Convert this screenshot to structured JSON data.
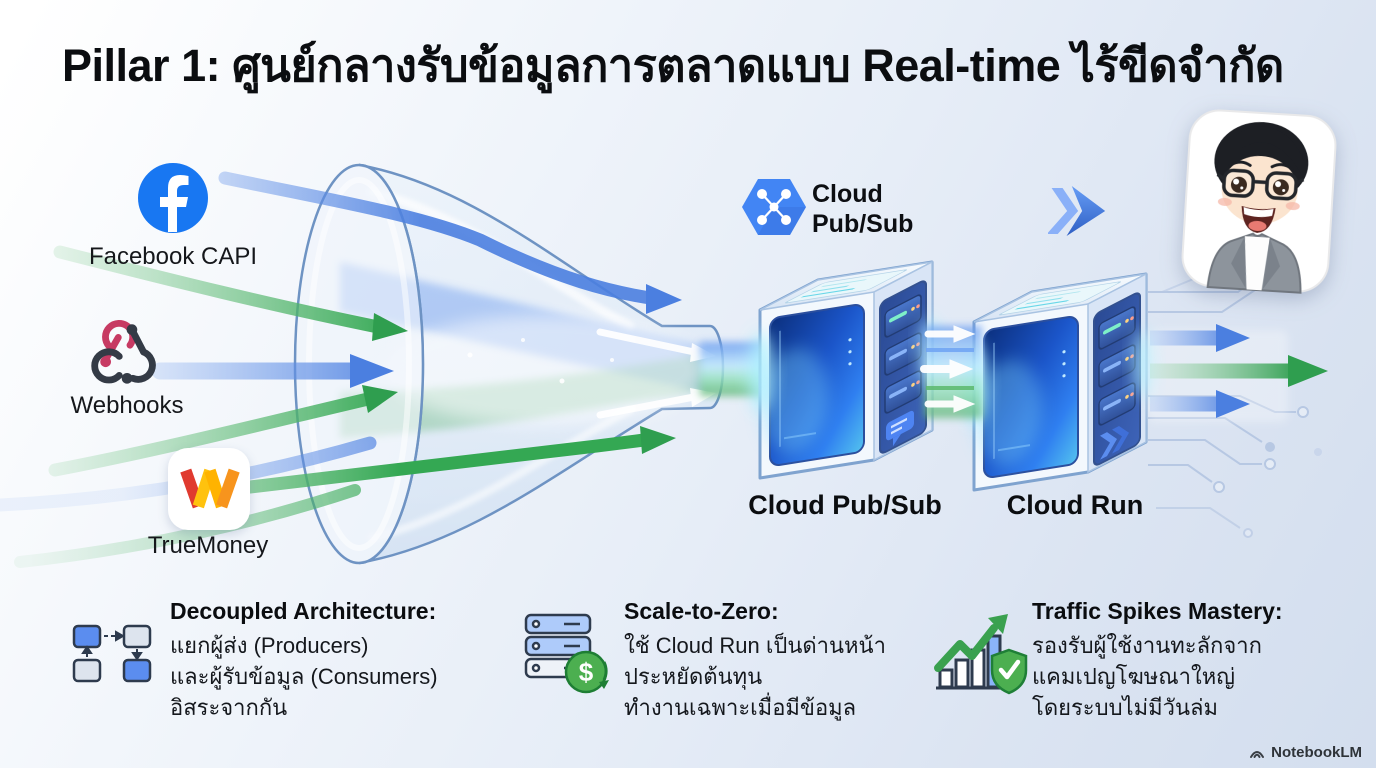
{
  "title": "Pillar 1: ศูนย์กลางรับข้อมูลการตลาดแบบ Real-time ไร้ขีดจำกัด",
  "sources": {
    "facebook": {
      "label": "Facebook CAPI",
      "icon": "facebook-icon"
    },
    "webhooks": {
      "label": "Webhooks",
      "icon": "webhooks-icon"
    },
    "truemoney": {
      "label": "TrueMoney",
      "icon": "truemoney-icon"
    }
  },
  "pipeline": {
    "pubsub_logo": {
      "line1": "Cloud",
      "line2": "Pub/Sub",
      "icon": "pubsub-hexagon-icon"
    },
    "stage1_label": "Cloud Pub/Sub",
    "stage2_label": "Cloud Run",
    "run_icon": "cloud-run-icon"
  },
  "features": {
    "decoupled": {
      "title": "Decoupled Architecture:",
      "line1": "แยกผู้ส่ง (Producers)",
      "line2": "และผู้รับข้อมูล (Consumers)",
      "line3": "อิสระจากกัน",
      "icon": "decoupled-blocks-icon"
    },
    "scale": {
      "title": "Scale-to-Zero:",
      "line1": "ใช้ Cloud Run เป็นด่านหน้า",
      "line2": "ประหยัดต้นทุน",
      "line3": "ทำงานเฉพาะเมื่อมีข้อมูล",
      "coin_symbol": "$",
      "icon": "server-cost-icon"
    },
    "traffic": {
      "title": "Traffic Spikes Mastery:",
      "line1": "รองรับผู้ใช้งานทะลักจาก",
      "line2": "แคมเปญโฆษณาใหญ่",
      "line3": "โดยระบบไม่มีวันล่ม",
      "icon": "growth-shield-icon"
    }
  },
  "watermark": {
    "label": "NotebookLM"
  },
  "colors": {
    "facebook_blue": "#1877F2",
    "gcp_blue": "#4285F4",
    "arrow_blue": "#4b7fe0",
    "arrow_green": "#34A853",
    "webhook_crimson": "#C73A63",
    "truemoney_red": "#E03A2F",
    "truemoney_yellow": "#FFC20E",
    "truemoney_orange": "#F7941D"
  }
}
